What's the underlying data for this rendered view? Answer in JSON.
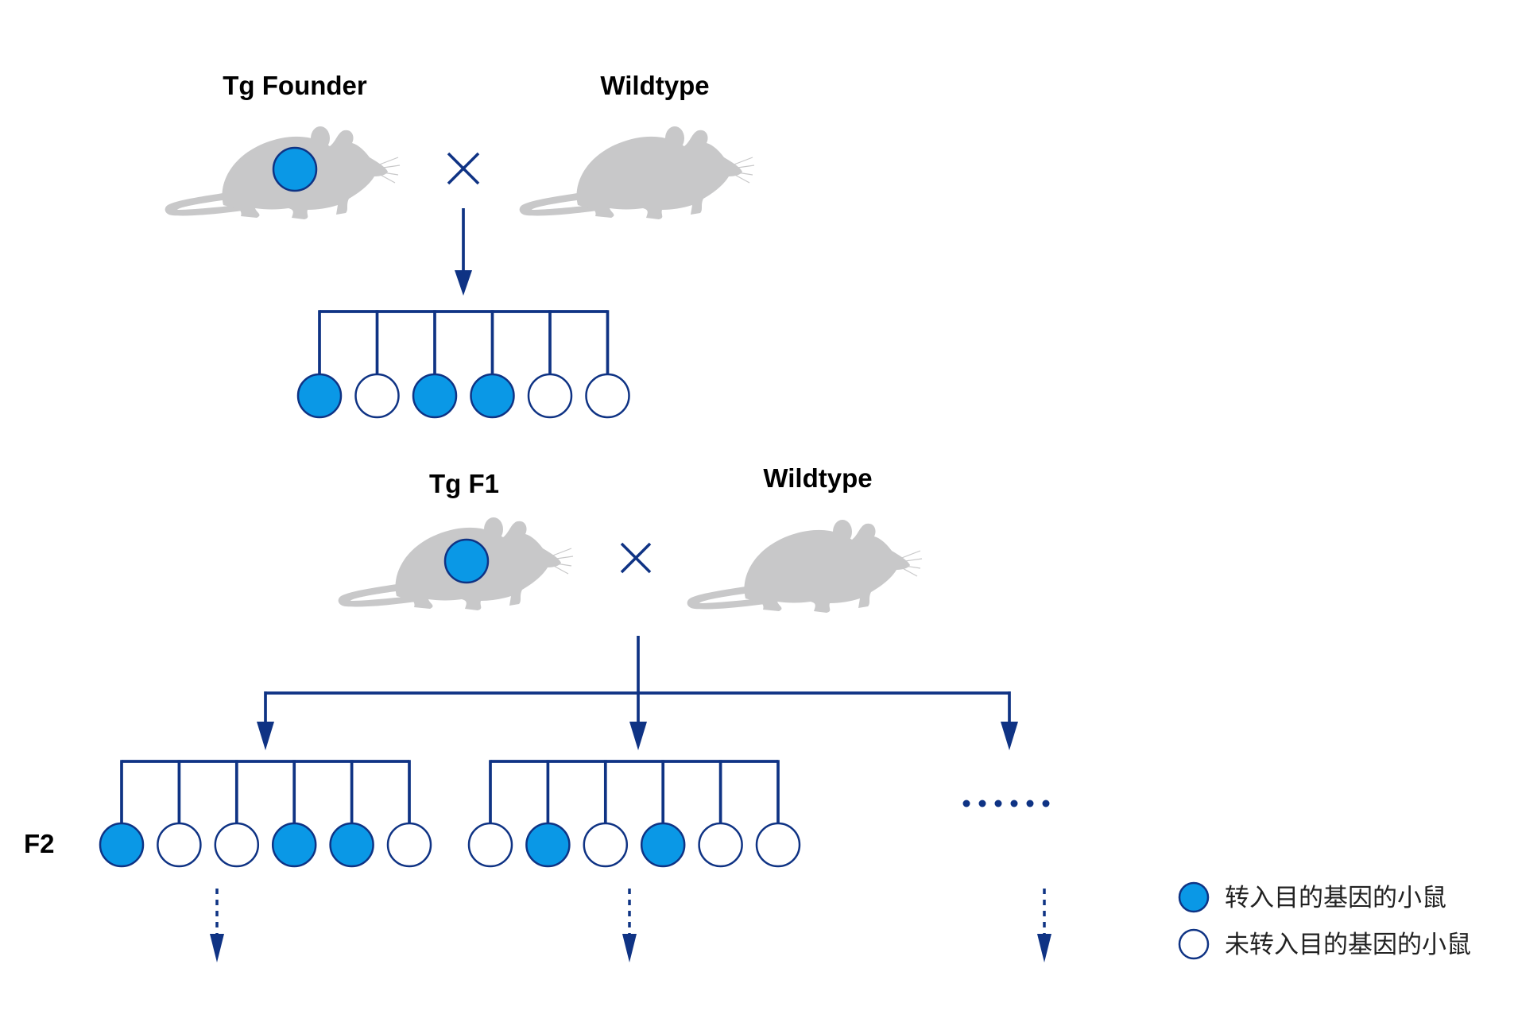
{
  "generation1": {
    "parent_left": "Tg Founder",
    "parent_right": "Wildtype",
    "cross_symbol": "×",
    "offspring": [
      true,
      false,
      true,
      true,
      false,
      false
    ]
  },
  "generation2": {
    "parent_left": "Tg F1",
    "parent_right": "Wildtype",
    "cross_symbol": "×",
    "generation_label": "F2",
    "litter_a": [
      true,
      false,
      false,
      true,
      true,
      false
    ],
    "litter_b": [
      false,
      true,
      false,
      true,
      false,
      false
    ],
    "more_indicator": "……"
  },
  "legend": {
    "transgenic_label": "转入目的基因的小鼠",
    "wildtype_label": "未转入目的基因的小鼠"
  },
  "colors": {
    "line": "#0f3384",
    "transgenic_fill": "#0a98e6",
    "wildtype_fill": "#ffffff",
    "mouse_body": "#c8c8c9"
  }
}
